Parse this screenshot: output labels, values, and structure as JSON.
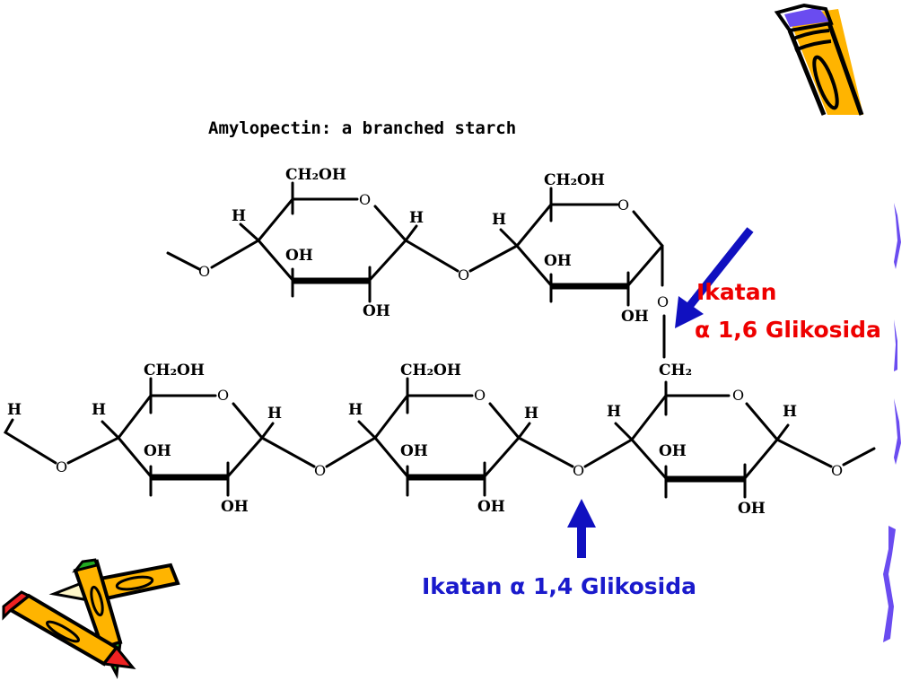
{
  "diagram": {
    "title": "Amylopectin: a branched starch",
    "atom_labels": {
      "ch2oh": "CH₂OH",
      "ch2": "CH₂",
      "o": "O",
      "h": "H",
      "oh": "OH"
    },
    "annotations": {
      "branch_label_line1": "Ikatan",
      "branch_label_line2": "α 1,6 Glikosida",
      "chain_label": "Ikatan α 1,4 Glikosida"
    },
    "colors": {
      "branch_label": "#ee0000",
      "chain_label": "#1a1acc",
      "arrow": "#1010c0",
      "decor_purple": "#6a4cf0",
      "pencil_yellow": "#ffb400"
    },
    "icons": [
      "pencil-icon",
      "crossed-pencils-icon",
      "wavy-border-decoration"
    ]
  }
}
